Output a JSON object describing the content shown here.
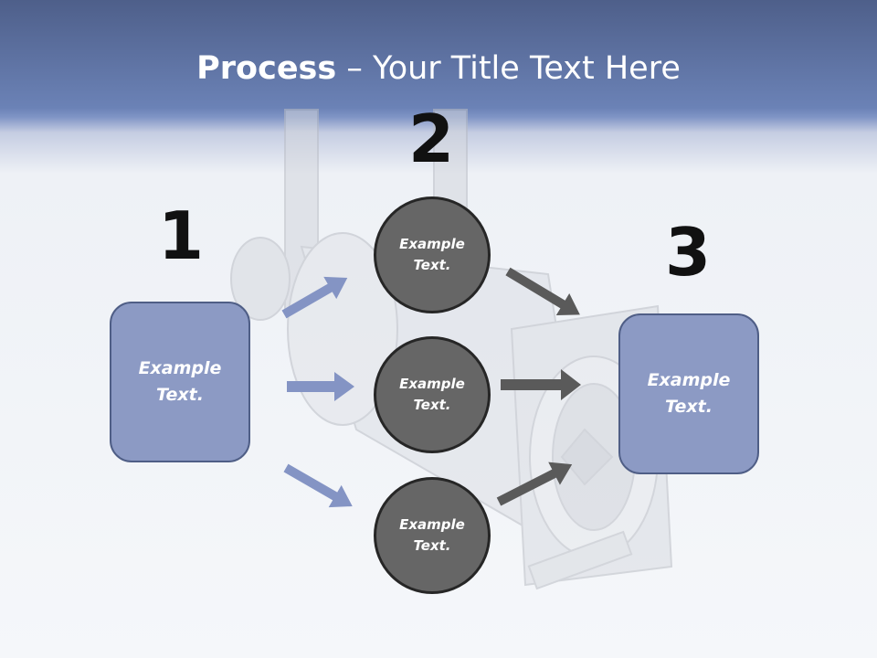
{
  "title": {
    "bold": "Process",
    "rest": " – Your Title Text Here"
  },
  "steps": [
    {
      "number": "1",
      "text": [
        "Example",
        "Text."
      ]
    },
    {
      "number": "2",
      "items": [
        {
          "text": [
            "Example",
            "Text."
          ]
        },
        {
          "text": [
            "Example",
            "Text."
          ]
        },
        {
          "text": [
            "Example",
            "Text."
          ]
        }
      ]
    },
    {
      "number": "3",
      "text": [
        "Example",
        "Text."
      ]
    }
  ],
  "colors": {
    "box_fill": "#8c9ac4",
    "box_border": "#4f5e86",
    "circle_fill": "#666666",
    "circle_border": "#262626",
    "arrow_in": "#8494c4",
    "arrow_out": "#5a5a5a",
    "header": "#6b82b6"
  }
}
